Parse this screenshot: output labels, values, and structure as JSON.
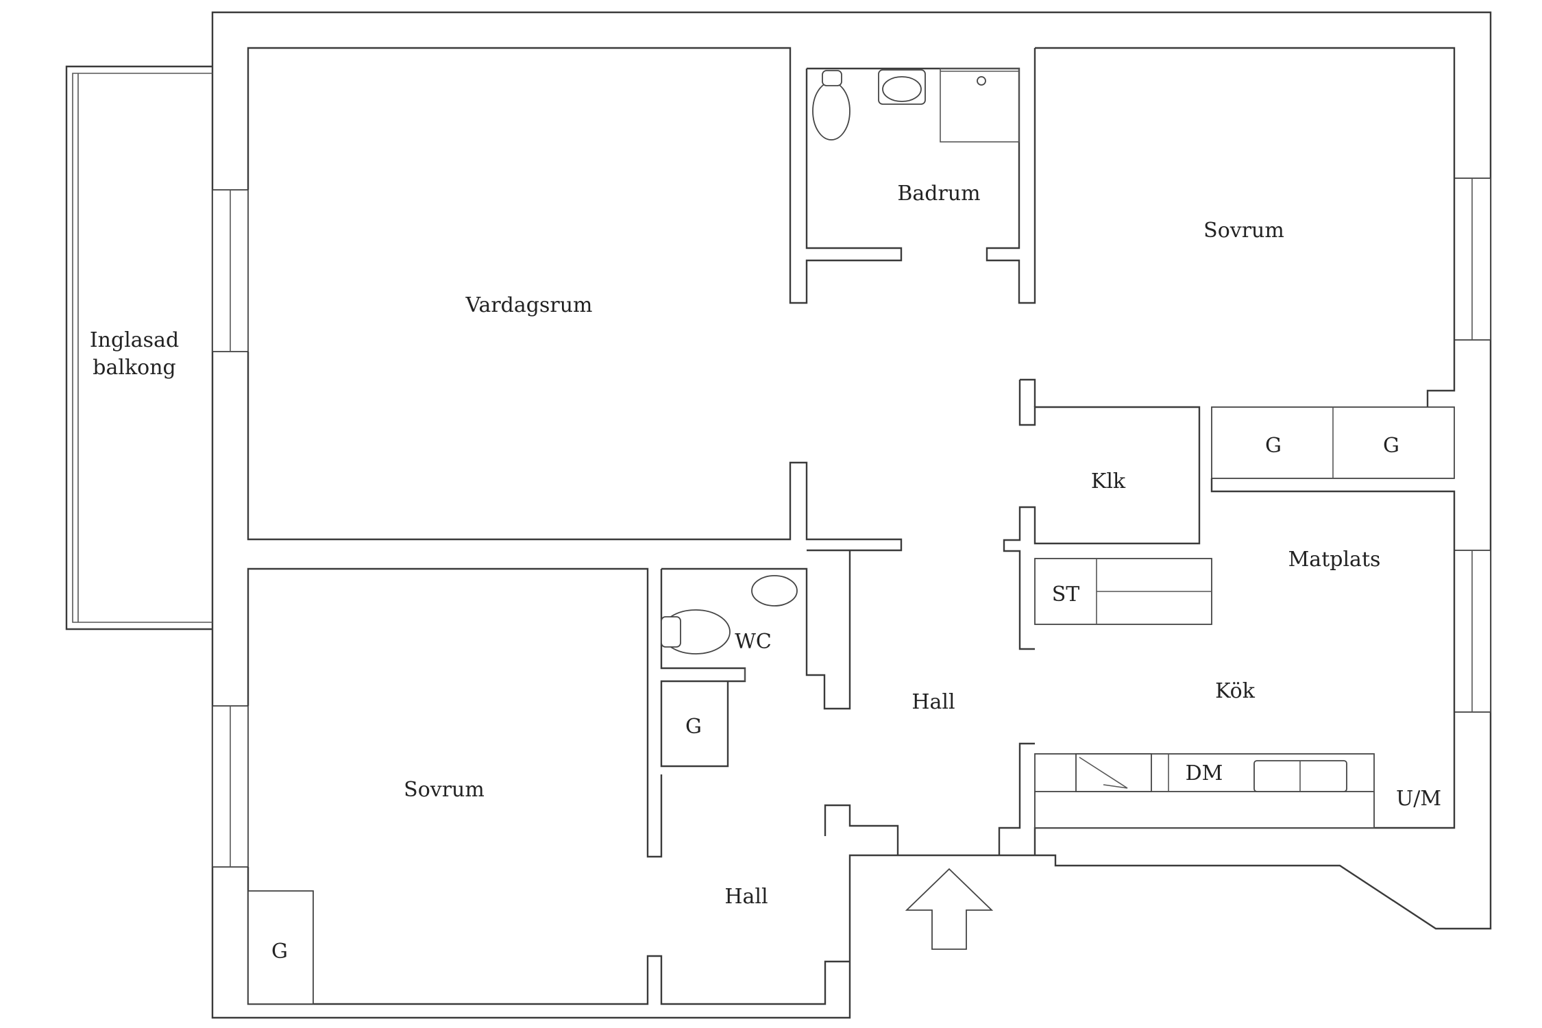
{
  "floor_plan": {
    "rooms": [
      {
        "id": "vardagsrum",
        "label": "Vardagsrum"
      },
      {
        "id": "badrum",
        "label": "Badrum"
      },
      {
        "id": "sovrum-ne",
        "label": "Sovrum"
      },
      {
        "id": "balkong-1",
        "label": "Inglasad"
      },
      {
        "id": "balkong-2",
        "label": "balkong"
      },
      {
        "id": "klk",
        "label": "Klk"
      },
      {
        "id": "g-ne-1",
        "label": "G"
      },
      {
        "id": "g-ne-2",
        "label": "G"
      },
      {
        "id": "matplats",
        "label": "Matplats"
      },
      {
        "id": "st",
        "label": "ST"
      },
      {
        "id": "wc",
        "label": "WC"
      },
      {
        "id": "hall-main",
        "label": "Hall"
      },
      {
        "id": "kok",
        "label": "Kök"
      },
      {
        "id": "g-hall",
        "label": "G"
      },
      {
        "id": "sovrum-sw",
        "label": "Sovrum"
      },
      {
        "id": "dm",
        "label": "DM"
      },
      {
        "id": "um",
        "label": "U/M"
      },
      {
        "id": "hall-lower",
        "label": "Hall"
      },
      {
        "id": "g-sw",
        "label": "G"
      }
    ]
  }
}
